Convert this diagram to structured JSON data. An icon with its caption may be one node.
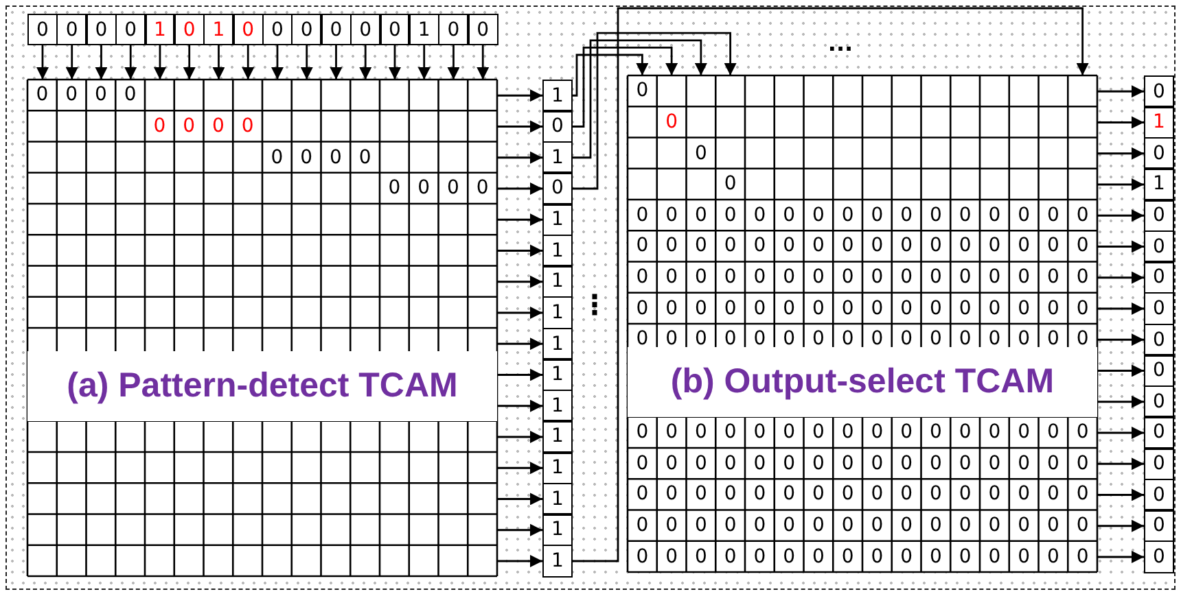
{
  "diagram": {
    "nodes": [
      {
        "text": [
          "0"
        ]
      },
      {
        "text": [
          "0"
        ]
      },
      {
        "text": [
          "0"
        ]
      },
      {
        "text": [
          "0"
        ]
      },
      {
        "text": [
          "1"
        ]
      },
      {
        "text": [
          "0"
        ]
      },
      {
        "text": [
          "1"
        ]
      },
      {
        "text": [
          "0"
        ]
      },
      {
        "text": [
          "0"
        ]
      },
      {
        "text": [
          "0"
        ]
      },
      {
        "text": [
          "0"
        ]
      },
      {
        "text": [
          "0"
        ]
      },
      {
        "text": [
          "0"
        ]
      },
      {
        "text": [
          "1"
        ]
      },
      {
        "text": [
          "0"
        ]
      },
      {
        "text": [
          "0"
        ]
      },
      {
        "text": [
          "(a) Pattern-detect TCAM"
        ]
      },
      {
        "text": [
          "1"
        ]
      },
      {
        "text": [
          "0"
        ]
      },
      {
        "text": [
          "1"
        ]
      },
      {
        "text": [
          "0"
        ]
      },
      {
        "text": [
          "1"
        ]
      },
      {
        "text": [
          "1"
        ]
      },
      {
        "text": [
          "1"
        ]
      },
      {
        "text": [
          "1"
        ]
      },
      {
        "text": [
          "1"
        ]
      },
      {
        "text": [
          "1"
        ]
      },
      {
        "text": [
          "1"
        ]
      },
      {
        "text": [
          "1"
        ]
      },
      {
        "text": [
          "1"
        ]
      },
      {
        "text": [
          "1"
        ]
      },
      {
        "text": [
          "1"
        ]
      },
      {
        "text": [
          "1"
        ]
      },
      {
        "text": [
          "(b) Output-select TCAM"
        ]
      },
      {
        "text": [
          "0"
        ]
      },
      {
        "text": [
          "1"
        ]
      },
      {
        "text": [
          "0"
        ]
      },
      {
        "text": [
          "1"
        ]
      },
      {
        "text": [
          "0"
        ]
      },
      {
        "text": [
          "0"
        ]
      },
      {
        "text": [
          "0"
        ]
      },
      {
        "text": [
          "0"
        ]
      },
      {
        "text": [
          "0"
        ]
      },
      {
        "text": [
          "0"
        ]
      },
      {
        "text": [
          "0"
        ]
      },
      {
        "text": [
          "0"
        ]
      },
      {
        "text": [
          "0"
        ]
      },
      {
        "text": [
          "0"
        ]
      },
      {
        "text": [
          "0"
        ]
      },
      {
        "text": [
          "0"
        ]
      }
    ],
    "edges": [
      {
        "from": 0,
        "to": 16,
        "arrow": "to"
      },
      {
        "from": 1,
        "to": 16,
        "arrow": "to"
      },
      {
        "from": 2,
        "to": 16,
        "arrow": "to"
      },
      {
        "from": 3,
        "to": 16,
        "arrow": "to"
      },
      {
        "from": 4,
        "to": 16,
        "arrow": "to"
      },
      {
        "from": 5,
        "to": 16,
        "arrow": "to"
      },
      {
        "from": 6,
        "to": 16,
        "arrow": "to"
      },
      {
        "from": 7,
        "to": 16,
        "arrow": "to"
      },
      {
        "from": 8,
        "to": 16,
        "arrow": "to"
      },
      {
        "from": 9,
        "to": 16,
        "arrow": "to"
      },
      {
        "from": 10,
        "to": 16,
        "arrow": "to"
      },
      {
        "from": 11,
        "to": 16,
        "arrow": "to"
      },
      {
        "from": 12,
        "to": 16,
        "arrow": "to"
      },
      {
        "from": 13,
        "to": 16,
        "arrow": "to"
      },
      {
        "from": 14,
        "to": 16,
        "arrow": "to"
      },
      {
        "from": 15,
        "to": 16,
        "arrow": "to"
      },
      {
        "from": 16,
        "to": 17,
        "arrow": "to"
      },
      {
        "from": 16,
        "to": 18,
        "arrow": "to"
      },
      {
        "from": 16,
        "to": 19,
        "arrow": "to"
      },
      {
        "from": 16,
        "to": 20,
        "arrow": "to"
      },
      {
        "from": 16,
        "to": 21,
        "arrow": "to"
      },
      {
        "from": 16,
        "to": 22,
        "arrow": "to"
      },
      {
        "from": 16,
        "to": 23,
        "arrow": "to"
      },
      {
        "from": 16,
        "to": 24,
        "arrow": "to"
      },
      {
        "from": 16,
        "to": 25,
        "arrow": "to"
      },
      {
        "from": 16,
        "to": 26,
        "arrow": "to"
      },
      {
        "from": 16,
        "to": 27,
        "arrow": "to"
      },
      {
        "from": 16,
        "to": 28,
        "arrow": "to"
      },
      {
        "from": 16,
        "to": 29,
        "arrow": "to"
      },
      {
        "from": 16,
        "to": 30,
        "arrow": "to"
      },
      {
        "from": 16,
        "to": 31,
        "arrow": "to"
      },
      {
        "from": 16,
        "to": 32,
        "arrow": "to"
      },
      {
        "from": 17,
        "to": 33,
        "arrow": "to"
      },
      {
        "from": 18,
        "to": 33,
        "arrow": "to"
      },
      {
        "from": 19,
        "to": 33,
        "arrow": "to"
      },
      {
        "from": 20,
        "to": 33,
        "arrow": "to"
      },
      {
        "from": 32,
        "to": 33,
        "arrow": "to"
      },
      {
        "from": 33,
        "to": 34,
        "arrow": "to"
      },
      {
        "from": 33,
        "to": 35,
        "arrow": "to"
      },
      {
        "from": 33,
        "to": 36,
        "arrow": "to"
      },
      {
        "from": 33,
        "to": 37,
        "arrow": "to"
      },
      {
        "from": 33,
        "to": 38,
        "arrow": "to"
      },
      {
        "from": 33,
        "to": 39,
        "arrow": "to"
      },
      {
        "from": 33,
        "to": 40,
        "arrow": "to"
      },
      {
        "from": 33,
        "to": 41,
        "arrow": "to"
      },
      {
        "from": 33,
        "to": 42,
        "arrow": "to"
      },
      {
        "from": 33,
        "to": 43,
        "arrow": "to"
      },
      {
        "from": 33,
        "to": 44,
        "arrow": "to"
      },
      {
        "from": 33,
        "to": 45,
        "arrow": "to"
      },
      {
        "from": 33,
        "to": 46,
        "arrow": "to"
      },
      {
        "from": 33,
        "to": 47,
        "arrow": "to"
      },
      {
        "from": 33,
        "to": 48,
        "arrow": "to"
      },
      {
        "from": 33,
        "to": 49,
        "arrow": "to"
      }
    ],
    "labels": [
      "...",
      "0",
      "0",
      "0",
      "0",
      "0",
      "0",
      "0",
      "0",
      "0",
      "0",
      "0",
      "0",
      "0",
      "0",
      "0",
      "0",
      "0",
      "0",
      "0",
      "0",
      "0",
      "0",
      "0",
      "0",
      "0",
      "0",
      "0",
      "0",
      "0",
      "0",
      "0",
      "0",
      "0",
      "0",
      "0",
      "0",
      "0",
      "0",
      "0",
      "0",
      "0",
      "0",
      "0",
      "0",
      "0",
      "0",
      "0",
      "0",
      "0",
      "0",
      "0",
      "0",
      "0",
      "0",
      "0",
      "0",
      "0",
      "0",
      "0",
      "0",
      "0",
      "0",
      "0",
      "0",
      "0",
      "0",
      "0",
      "0",
      "0",
      "0",
      "0",
      "0",
      "0",
      "0",
      "0",
      "0",
      "0",
      "0",
      "0",
      "0",
      "0",
      "0",
      "0",
      "0",
      "0",
      "0",
      "0",
      "0",
      "0",
      "0",
      "0",
      "0",
      "0",
      "0",
      "0",
      "0",
      "0",
      "0",
      "0",
      "0",
      "0",
      "0",
      "0",
      "0",
      "0",
      "0",
      "0",
      "0",
      "0",
      "0",
      "0",
      "0",
      "0",
      "0",
      "0",
      "0",
      "0",
      "0",
      "0",
      "0",
      "0",
      "0",
      "0",
      "0",
      "0",
      "0",
      "0",
      "0",
      "0",
      "0",
      "0",
      "0",
      "0",
      "0",
      "0",
      "0",
      "0",
      "0",
      "0",
      "0",
      "0",
      "0",
      "0",
      "0",
      "0",
      "0",
      "0",
      "0",
      "0",
      "0",
      "0",
      "0",
      "0",
      "0",
      "0",
      "0",
      "0",
      "0",
      "0",
      "0",
      "0",
      "0",
      "0",
      "0",
      "0",
      "0",
      "0",
      "0",
      "0",
      "0",
      "0",
      "0",
      "0",
      "0",
      "0",
      "0",
      "0",
      "0",
      "0",
      "0",
      "⋮"
    ]
  }
}
